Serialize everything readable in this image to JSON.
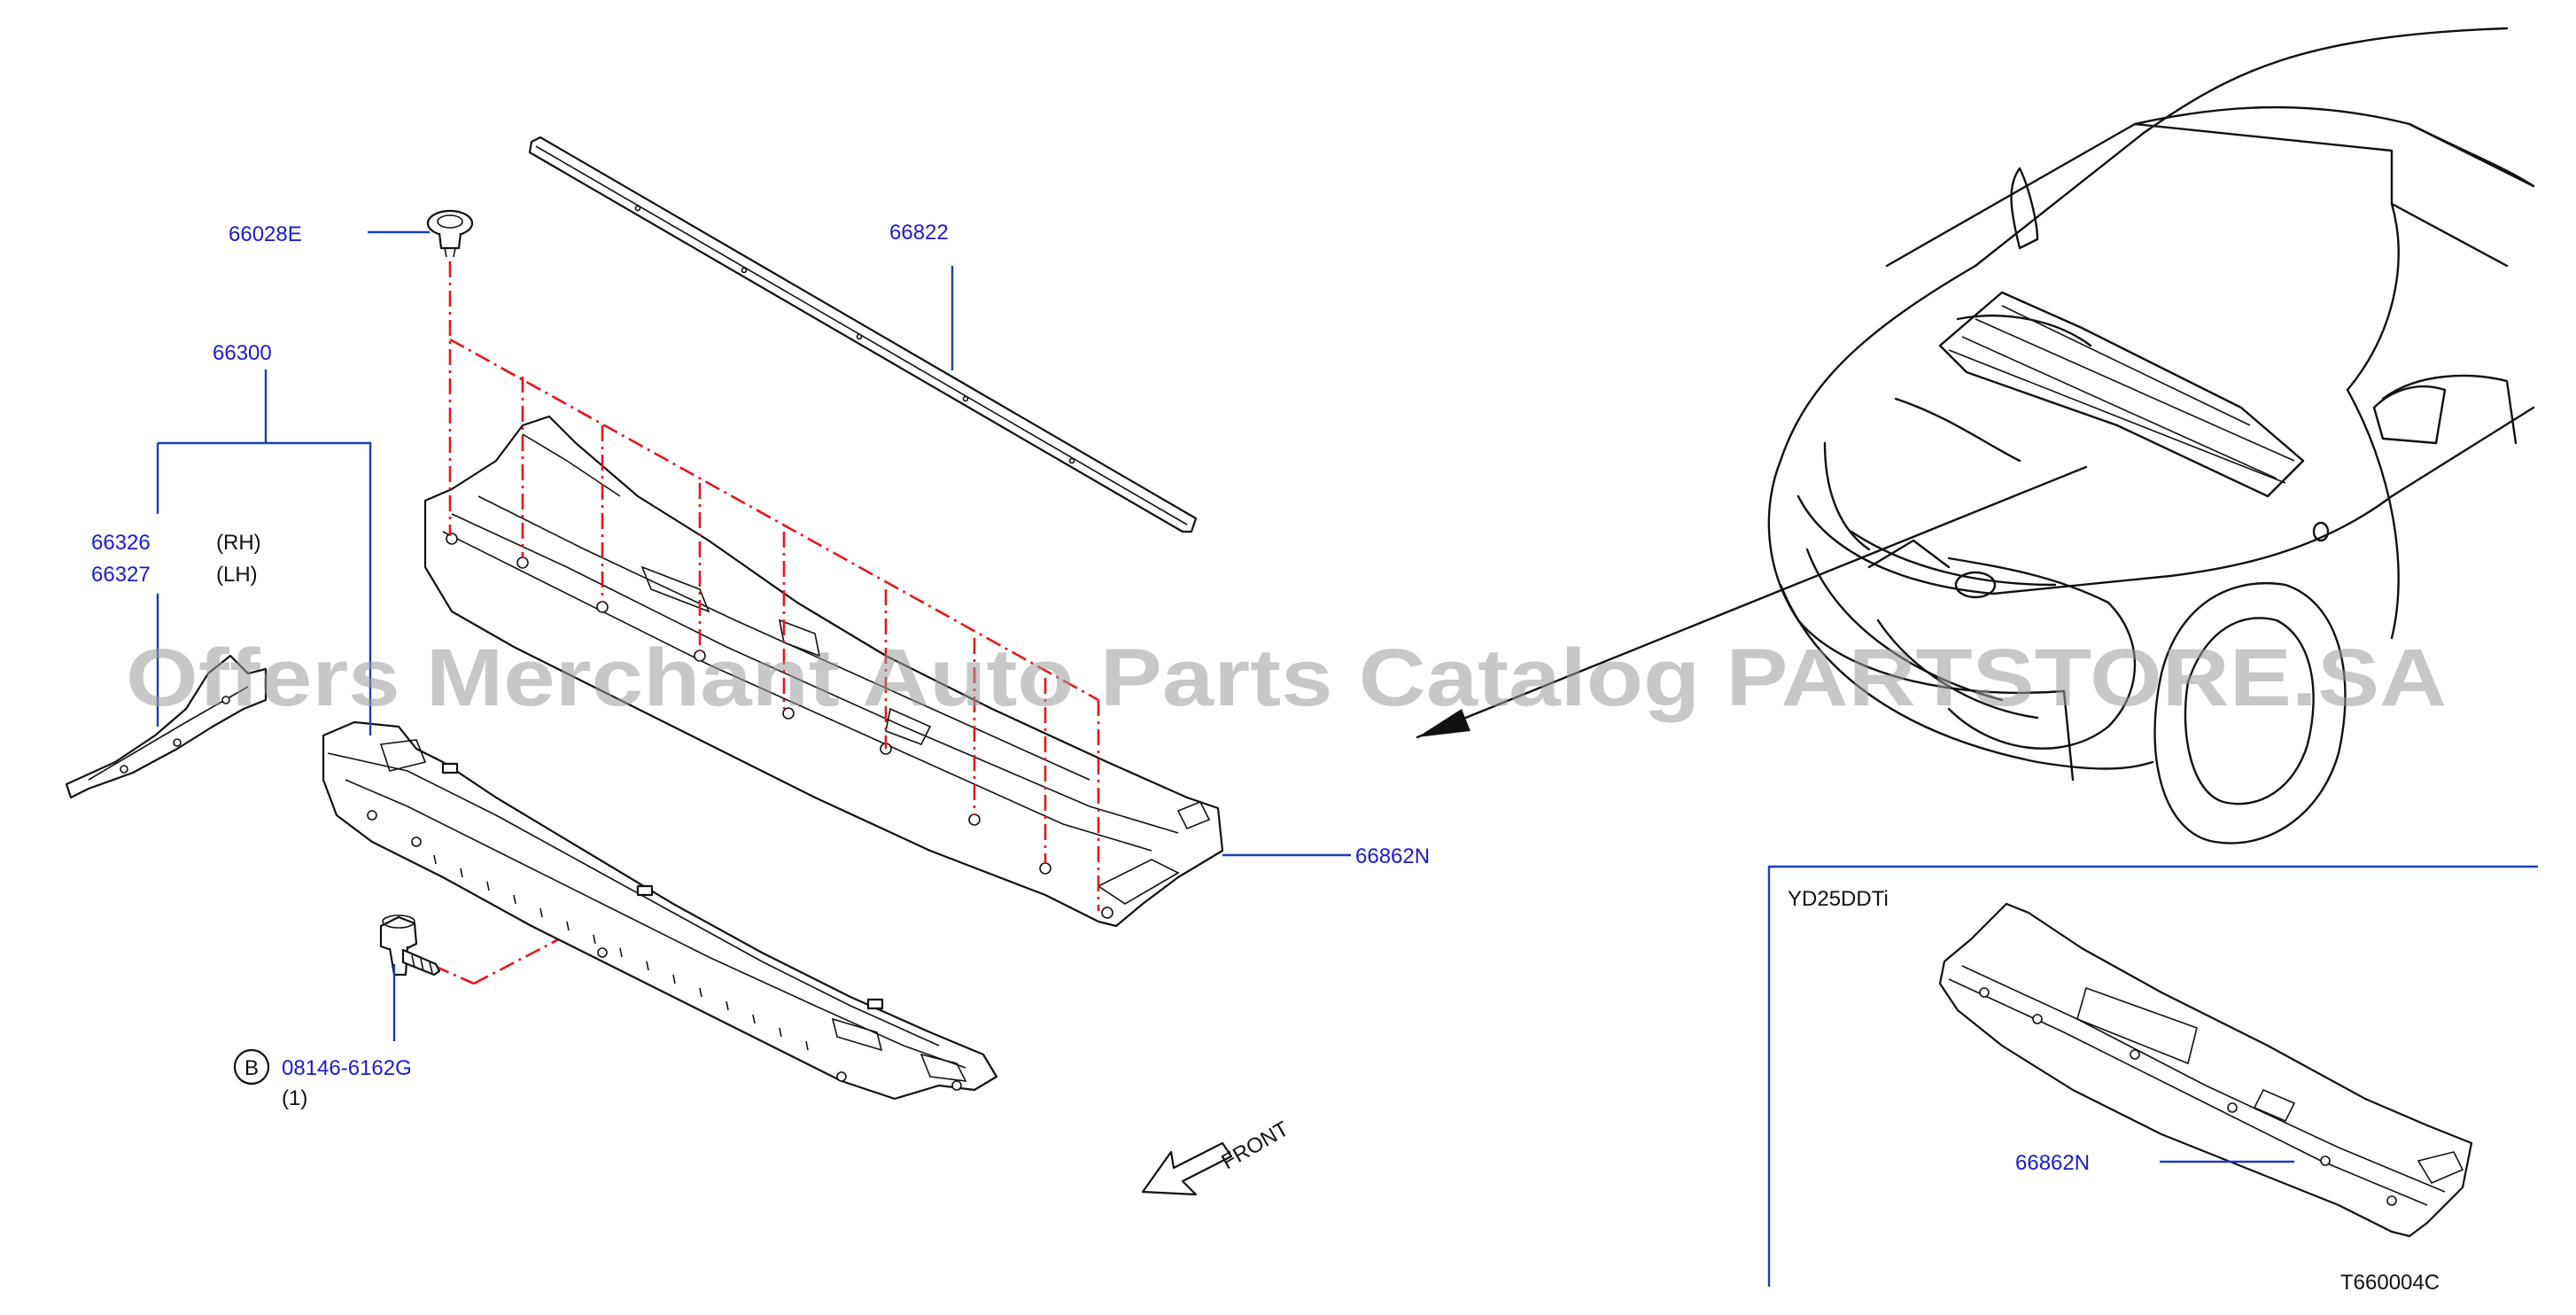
{
  "callouts": {
    "clip": "66028E",
    "seal": "66822",
    "cowl_assy": "66300",
    "rh_part": "66326",
    "rh_side": "(RH)",
    "lh_part": "66327",
    "lh_side": "(LH)",
    "cowl_top": "66862N",
    "bolt": "08146-6162G",
    "bolt_marker": "B",
    "bolt_qty": "(1)",
    "inset_engine": "YD25DDTi",
    "inset_cowl_top": "66862N"
  },
  "direction_label": "FRONT",
  "diagram_code": "T660004C",
  "watermark": "Offers Merchant Auto Parts Catalog PARTSTORE.SA",
  "colors": {
    "part_number": "#1a1ad6",
    "leader_line": "#1a3fb8",
    "dash_line": "#e8141b",
    "outline": "#111111"
  }
}
